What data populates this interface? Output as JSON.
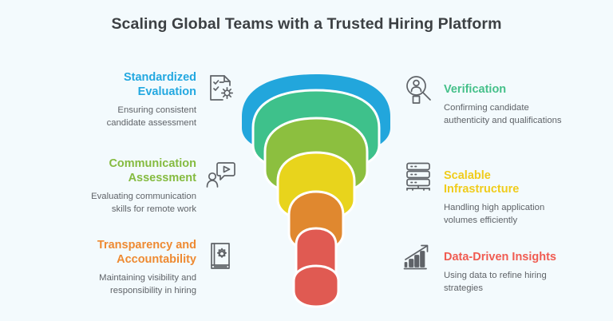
{
  "page": {
    "title": "Scaling Global Teams with a Trusted Hiring Platform",
    "background_color": "#f3fafd",
    "title_color": "#3c4043",
    "description_color": "#5f6368"
  },
  "left_items": [
    {
      "heading": "Standardized Evaluation",
      "description": "Ensuring consistent candidate assessment",
      "color": "#23a8e0",
      "icon": "document-checklist-gear-icon"
    },
    {
      "heading": "Communication Assessment",
      "description": "Evaluating communication skills for remote work",
      "color": "#85bb40",
      "icon": "person-speech-bubble-play-icon"
    },
    {
      "heading": "Transparency and Accountability",
      "description": "Maintaining visibility and responsibility in hiring",
      "color": "#ee8a32",
      "icon": "book-gear-icon"
    }
  ],
  "right_items": [
    {
      "heading": "Verification",
      "description": "Confirming candidate authenticity and qualifications",
      "color": "#45c08a",
      "icon": "magnifier-person-icon"
    },
    {
      "heading": "Scalable Infrastructure",
      "description": "Handling high application volumes efficiently",
      "color": "#f0cc1b",
      "icon": "server-stack-icon"
    },
    {
      "heading": "Data-Driven Insights",
      "description": "Using data to refine hiring strategies",
      "color": "#f05c52",
      "icon": "bar-chart-growth-arrow-icon"
    }
  ],
  "funnel": {
    "type": "stacked-funnel",
    "layer_count": 6,
    "layers": [
      {
        "name": "layer-1-blue",
        "color": "#22a6dc"
      },
      {
        "name": "layer-2-green",
        "color": "#3ec18b"
      },
      {
        "name": "layer-3-yellowgreen",
        "color": "#8cbf3f"
      },
      {
        "name": "layer-4-yellow",
        "color": "#e8d41c"
      },
      {
        "name": "layer-5-orange",
        "color": "#e0882f"
      },
      {
        "name": "layer-6-red",
        "color": "#e05a52"
      }
    ],
    "separator_color": "#ffffff"
  }
}
